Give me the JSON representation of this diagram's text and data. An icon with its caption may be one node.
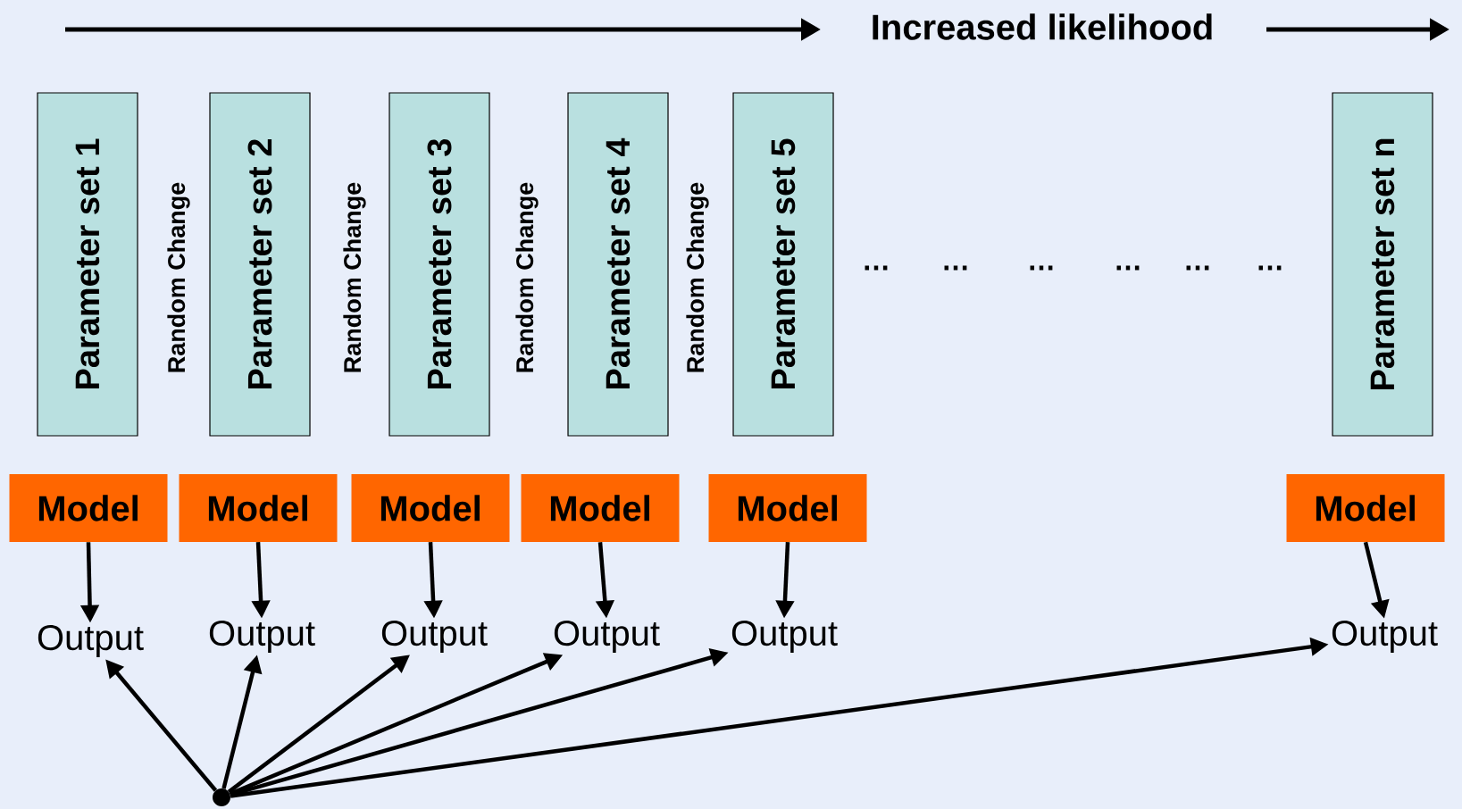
{
  "diagram": {
    "nodes": [
      {
        "text": [
          "Parameter set 1"
        ]
      },
      {
        "text": [
          "Parameter set 2"
        ]
      },
      {
        "text": [
          "Parameter set 3"
        ]
      },
      {
        "text": [
          "Parameter set 4"
        ]
      },
      {
        "text": [
          "Parameter set 5"
        ]
      },
      {
        "text": [
          "Parameter set n"
        ]
      },
      {
        "text": [
          "Model"
        ]
      },
      {
        "text": [
          "Model"
        ]
      },
      {
        "text": [
          "Model"
        ]
      },
      {
        "text": [
          "Model"
        ]
      },
      {
        "text": [
          "Model"
        ]
      },
      {
        "text": [
          "Model"
        ]
      },
      {
        "text": [
          "Output"
        ]
      },
      {
        "text": [
          "Output"
        ]
      },
      {
        "text": [
          "Output"
        ]
      },
      {
        "text": [
          "Output"
        ]
      },
      {
        "text": [
          "Output"
        ]
      },
      {
        "text": [
          "Output"
        ]
      },
      {
        "text": [],
        "shape": "circle"
      }
    ],
    "edges": [
      {
        "from": 6,
        "to": 12,
        "arrow": "to"
      },
      {
        "from": 7,
        "to": 13,
        "arrow": "to"
      },
      {
        "from": 8,
        "to": 14,
        "arrow": "to"
      },
      {
        "from": 9,
        "to": 15,
        "arrow": "to"
      },
      {
        "from": 10,
        "to": 16,
        "arrow": "to"
      },
      {
        "from": 11,
        "to": 17,
        "arrow": "to"
      },
      {
        "from": 18,
        "to": 12,
        "arrow": "to"
      },
      {
        "from": 18,
        "to": 13,
        "arrow": "to"
      },
      {
        "from": 18,
        "to": 14,
        "arrow": "to"
      },
      {
        "from": 18,
        "to": 15,
        "arrow": "to"
      },
      {
        "from": 18,
        "to": 16,
        "arrow": "to"
      },
      {
        "from": 18,
        "to": 17,
        "arrow": "to"
      }
    ],
    "labels": [
      "Increased likelihood",
      "Random Change",
      "Random Change",
      "Random Change",
      "Random Change",
      "…",
      "…",
      "…",
      "…",
      "…",
      "…"
    ]
  }
}
